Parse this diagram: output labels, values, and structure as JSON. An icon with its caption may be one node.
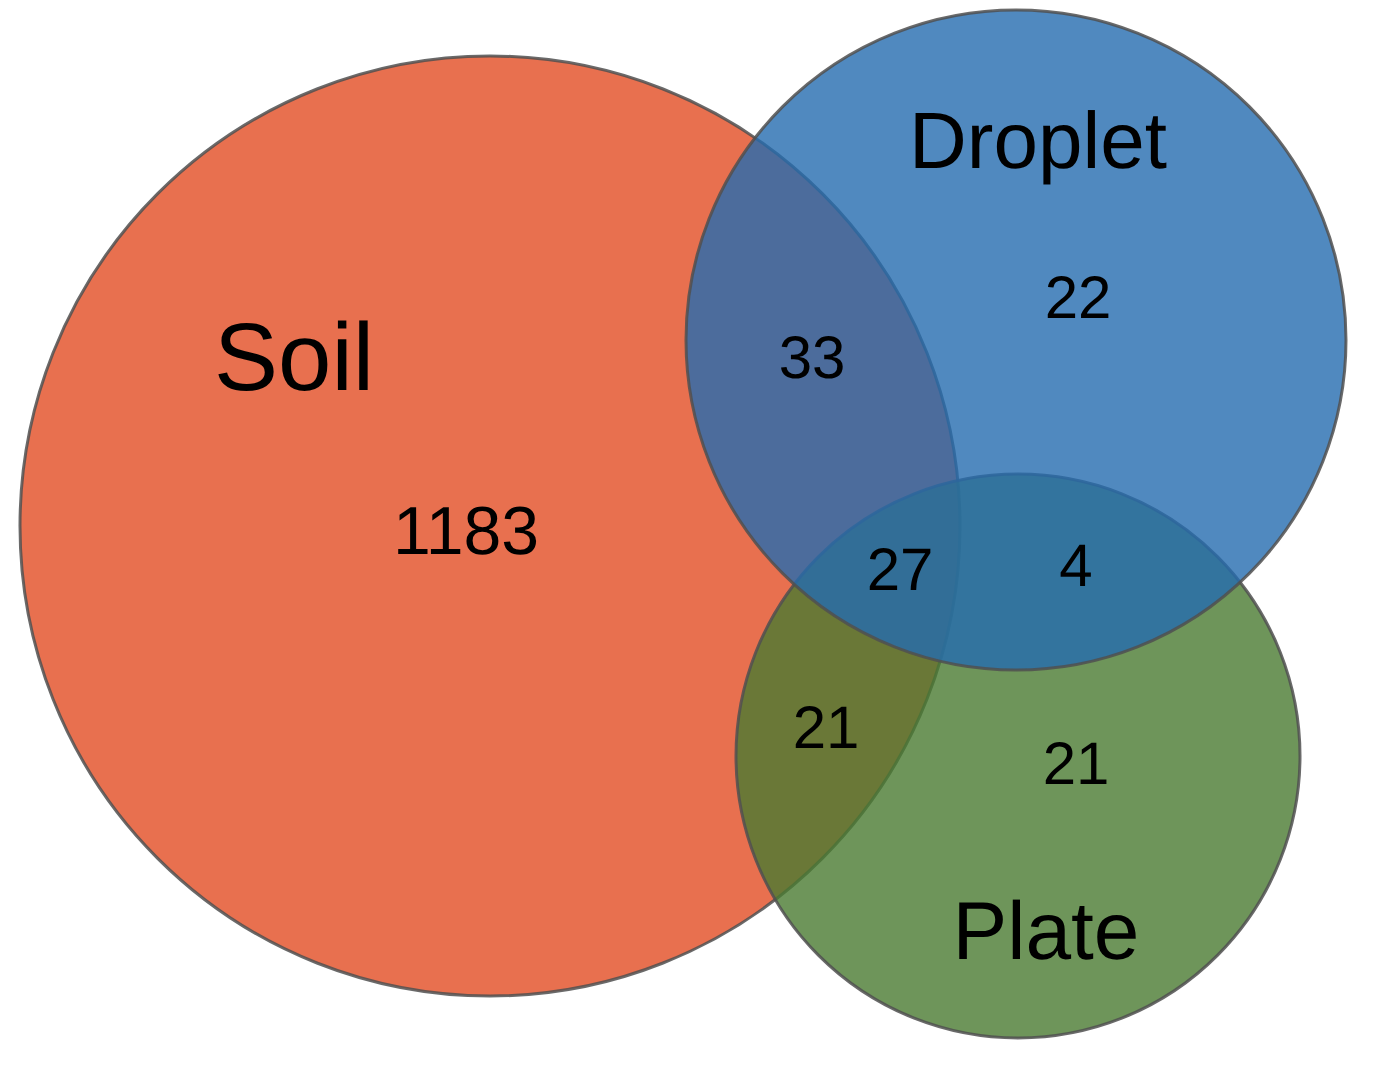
{
  "diagram": {
    "nodes": [
      {
        "text": [
          "Soil",
          "1183"
        ]
      },
      {
        "text": [
          "Droplet",
          "22"
        ]
      },
      {
        "text": [
          "21",
          "Plate"
        ]
      }
    ],
    "labels": [
      "33",
      "27",
      "4",
      "21"
    ]
  }
}
